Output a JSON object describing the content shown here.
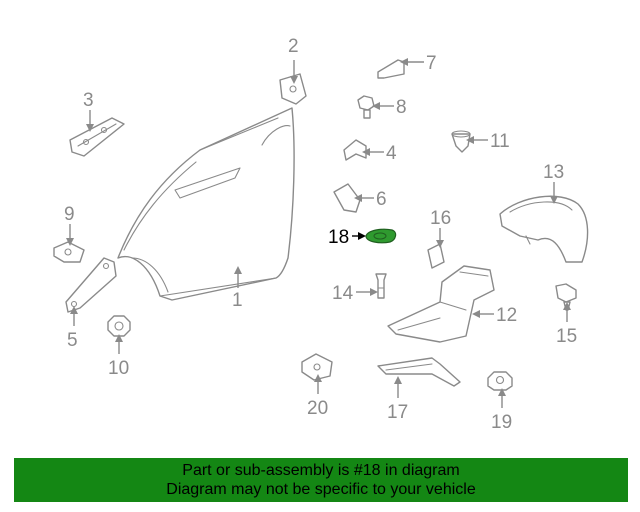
{
  "callouts": [
    {
      "id": "1",
      "label": "1"
    },
    {
      "id": "2",
      "label": "2"
    },
    {
      "id": "3",
      "label": "3"
    },
    {
      "id": "4",
      "label": "4"
    },
    {
      "id": "5",
      "label": "5"
    },
    {
      "id": "6",
      "label": "6"
    },
    {
      "id": "7",
      "label": "7"
    },
    {
      "id": "8",
      "label": "8"
    },
    {
      "id": "9",
      "label": "9"
    },
    {
      "id": "10",
      "label": "10"
    },
    {
      "id": "11",
      "label": "11"
    },
    {
      "id": "12",
      "label": "12"
    },
    {
      "id": "13",
      "label": "13"
    },
    {
      "id": "14",
      "label": "14"
    },
    {
      "id": "15",
      "label": "15"
    },
    {
      "id": "16",
      "label": "16"
    },
    {
      "id": "17",
      "label": "17"
    },
    {
      "id": "18",
      "label": "18"
    },
    {
      "id": "19",
      "label": "19"
    },
    {
      "id": "20",
      "label": "20"
    }
  ],
  "highlighted_part": "18",
  "colors": {
    "banner_background": "#148714",
    "highlight_fill": "#2f9a2f",
    "line_gray": "#8a8a8a"
  },
  "banner": {
    "line1": "Part or sub-assembly is #18 in diagram",
    "line2": "Diagram may not be specific to your vehicle"
  }
}
